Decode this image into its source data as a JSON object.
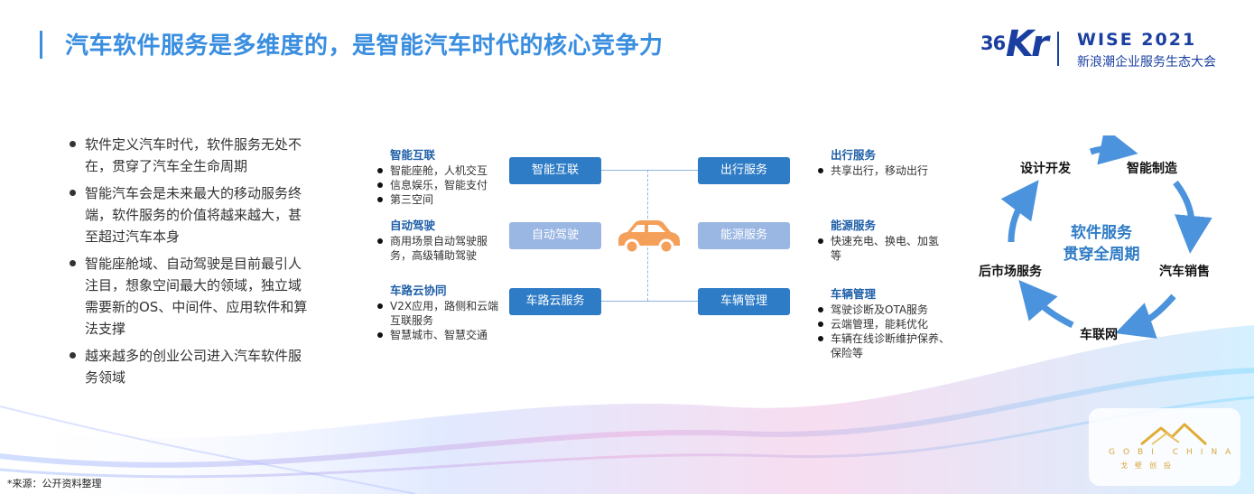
{
  "header": {
    "title": "汽车软件服务是多维度的，是智能汽车时代的核心竞争力",
    "logo_num": "36",
    "logo_kr": "Kr",
    "wise_title": "WISE 2021",
    "wise_subtitle": "新浪潮企业服务生态大会"
  },
  "bullets": [
    "软件定义汽车时代，软件服务无处不在，贯穿了汽车全生命周期",
    "智能汽车会是未来最大的移动服务终端，软件服务的价值将越来越大，甚至超过汽车本身",
    "智能座舱域、自动驾驶是目前最引人注目，想象空间最大的领域，独立域需要新的OS、中间件、应用软件和算法支撑",
    "越来越多的创业公司进入汽车软件服务领域"
  ],
  "boxes": {
    "left": [
      "智能互联",
      "自动驾驶",
      "车路云服务"
    ],
    "right": [
      "出行服务",
      "能源服务",
      "车辆管理"
    ]
  },
  "left_groups": [
    {
      "head": "智能互联",
      "items": [
        "智能座舱，人机交互",
        "信息娱乐，智能支付",
        "第三空间"
      ]
    },
    {
      "head": "自动驾驶",
      "items": [
        "商用场景自动驾驶服务，高级辅助驾驶"
      ]
    },
    {
      "head": "车路云协同",
      "items": [
        "V2X应用，路侧和云端互联服务",
        "智慧城市、智慧交通"
      ]
    }
  ],
  "right_groups": [
    {
      "head": "出行服务",
      "items": [
        "共享出行，移动出行"
      ]
    },
    {
      "head": "能源服务",
      "items": [
        "快速充电、换电、加氢等"
      ]
    },
    {
      "head": "车辆管理",
      "items": [
        "驾驶诊断及OTA服务",
        "云端管理，能耗优化",
        "车辆在线诊断维护保养、保险等"
      ]
    }
  ],
  "cycle": {
    "nodes": [
      "设计开发",
      "智能制造",
      "汽车销售",
      "车联网",
      "后市场服务"
    ],
    "center_line1": "软件服务",
    "center_line2": "贯穿全周期"
  },
  "source": "*来源：公开资料整理",
  "gobi": {
    "en": "GOBI CHINA",
    "cn": "戈壁创投"
  },
  "colors": {
    "accent": "#3a8ee0",
    "box_dark": "#2f7cc6",
    "box_light": "#9ab6e3",
    "car": "#f5a05a",
    "brand": "#1a3fa0"
  }
}
